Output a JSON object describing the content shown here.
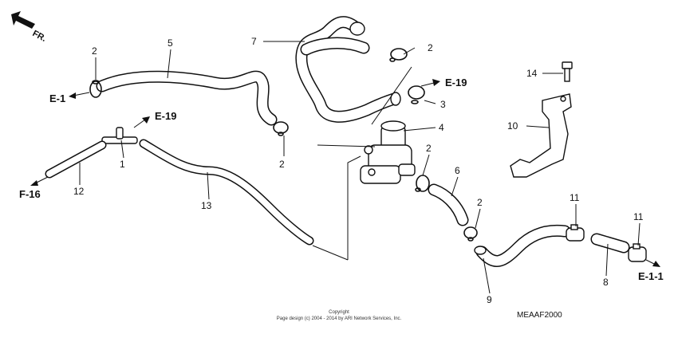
{
  "direction_mark": "FR.",
  "part_numbers": {
    "p1": "1",
    "p2a": "2",
    "p2b": "2",
    "p2c": "2",
    "p2d": "2",
    "p2e": "2",
    "p3": "3",
    "p4": "4",
    "p5": "5",
    "p6": "6",
    "p7": "7",
    "p8": "8",
    "p9": "9",
    "p10": "10",
    "p11a": "11",
    "p11b": "11",
    "p12": "12",
    "p13": "13",
    "p14": "14"
  },
  "refs": {
    "e1": "E-1",
    "e19a": "E-19",
    "e19b": "E-19",
    "f16": "F-16",
    "e11": "E-1-1"
  },
  "footer": {
    "copyright": "Copyright",
    "notice": "Page design (c) 2004 - 2014 by ARI Network Services, Inc.",
    "diagram_code": "MEAAF2000"
  }
}
